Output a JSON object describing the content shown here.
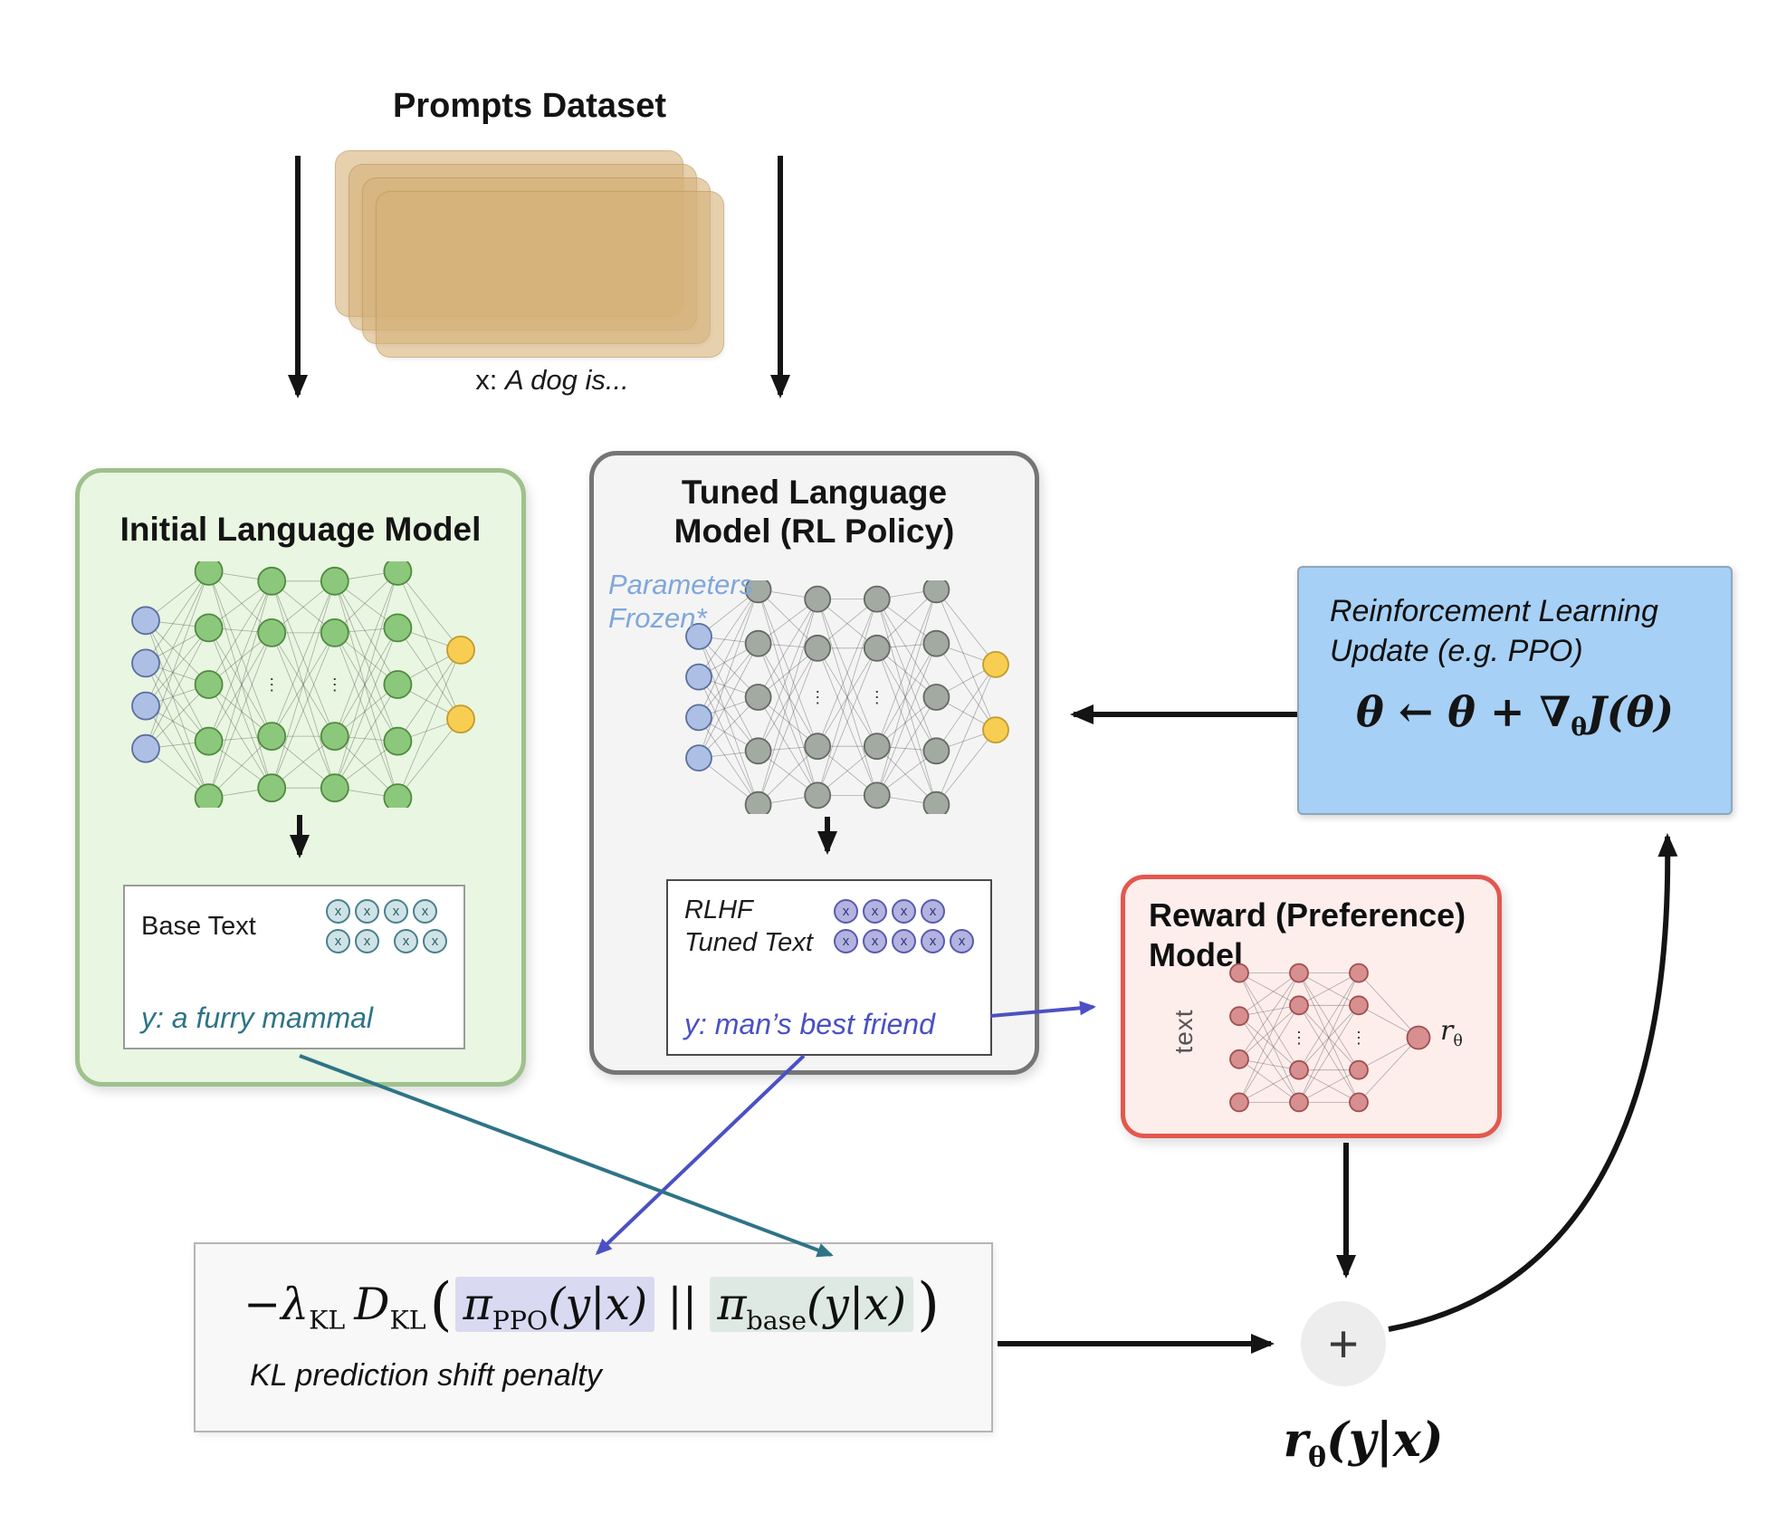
{
  "palette": {
    "arrow_black": "#141414",
    "teal": "#2e7486",
    "indigo": "#4b50c4",
    "frozen_blue": "#7fa7dc",
    "card_tan": "#d6b078",
    "green_box_fill": "#e9f6e1",
    "green_box_border": "#9fc18d",
    "gray_box_fill": "#f4f4f4",
    "gray_box_border": "#757575",
    "blue_box_fill": "#a6d0f5",
    "red_box_fill": "#fdeeec",
    "red_box_border": "#e4574e",
    "ppo_highlight": "#d9d9f2",
    "base_highlight": "#dfe9e4",
    "plus_circle_fill": "#ededed"
  },
  "prompts": {
    "title": "Prompts Dataset",
    "example_prefix": "x:",
    "example_text": "A dog is..."
  },
  "tokens": {
    "char": "x"
  },
  "initial_model": {
    "title": "Initial Language Model",
    "output_label": "Base Text",
    "y_prefix": "y:",
    "y_text": "a furry mammal",
    "token_rows": [
      [
        4
      ],
      [
        2,
        2
      ]
    ]
  },
  "tuned_model": {
    "title_line1": "Tuned Language",
    "title_line2": "Model (RL Policy)",
    "frozen_line1": "Parameters",
    "frozen_line2": "Frozen*",
    "output_label_line1": "RLHF",
    "output_label_line2": "Tuned Text",
    "y_prefix": "y:",
    "y_text": "man’s best friend",
    "token_rows": [
      [
        4
      ],
      [
        5
      ]
    ]
  },
  "rl_update": {
    "title_line1": "Reinforcement Learning",
    "title_line2": "Update (e.g. PPO)",
    "formula": {
      "part1": "θ ← θ + ∇",
      "sub": "θ",
      "part2": "J(θ)"
    }
  },
  "reward_model": {
    "title_line1": "Reward (Preference)",
    "title_line2": "Model",
    "input_label": "text",
    "output_symbol": "r",
    "output_sub": "θ"
  },
  "kl_penalty": {
    "lambda": "−λ",
    "lambda_sub": "KL",
    "d": "D",
    "d_sub": "KL",
    "open_paren": "(",
    "pi_ppo": "π",
    "pi_ppo_sub": "PPO",
    "pi_ppo_args": "(y|x)",
    "double_bar": "||",
    "pi_base": "π",
    "pi_base_sub": "base",
    "pi_base_args": "(y|x)",
    "close_paren": ")",
    "caption": "KL prediction shift penalty"
  },
  "aggregate": {
    "plus": "+",
    "result_symbol": "r",
    "result_sub": "θ",
    "result_args": "(y|x)"
  },
  "networks": {
    "initial": {
      "r": 15,
      "layers": [
        {
          "n": 4,
          "role": "input"
        },
        {
          "n": 5,
          "role": "hidden"
        },
        {
          "n": 4,
          "role": "hidden",
          "dots": true
        },
        {
          "n": 4,
          "role": "hidden",
          "dots": true
        },
        {
          "n": 5,
          "role": "hidden"
        },
        {
          "n": 2,
          "role": "output"
        }
      ],
      "palette": {
        "input": {
          "fill": "#aebfe6",
          "stroke": "#5a6f9e"
        },
        "hidden": {
          "fill": "#8cc87c",
          "stroke": "#4f8a3f"
        },
        "output": {
          "fill": "#f7ce52",
          "stroke": "#c29a2e"
        }
      }
    },
    "tuned": {
      "r": 14,
      "layers": [
        {
          "n": 4,
          "role": "input"
        },
        {
          "n": 5,
          "role": "hidden"
        },
        {
          "n": 4,
          "role": "hidden",
          "dots": true
        },
        {
          "n": 4,
          "role": "hidden",
          "dots": true
        },
        {
          "n": 5,
          "role": "hidden"
        },
        {
          "n": 2,
          "role": "output"
        }
      ],
      "palette": {
        "input": {
          "fill": "#aebfe6",
          "stroke": "#5a6f9e"
        },
        "hidden": {
          "fill": "#a2aaa2",
          "stroke": "#636b63"
        },
        "output": {
          "fill": "#f7ce52",
          "stroke": "#c29a2e"
        }
      }
    },
    "reward": {
      "r": 10,
      "layers": [
        {
          "n": 4,
          "role": "hidden"
        },
        {
          "n": 4,
          "role": "hidden",
          "dots": true
        },
        {
          "n": 4,
          "role": "hidden",
          "dots": true
        },
        {
          "n": 1,
          "role": "output"
        }
      ],
      "palette": {
        "hidden": {
          "fill": "#d78f8f",
          "stroke": "#a14f4f"
        },
        "output": {
          "fill": "#d78f8f",
          "stroke": "#a14f4f"
        }
      }
    }
  }
}
